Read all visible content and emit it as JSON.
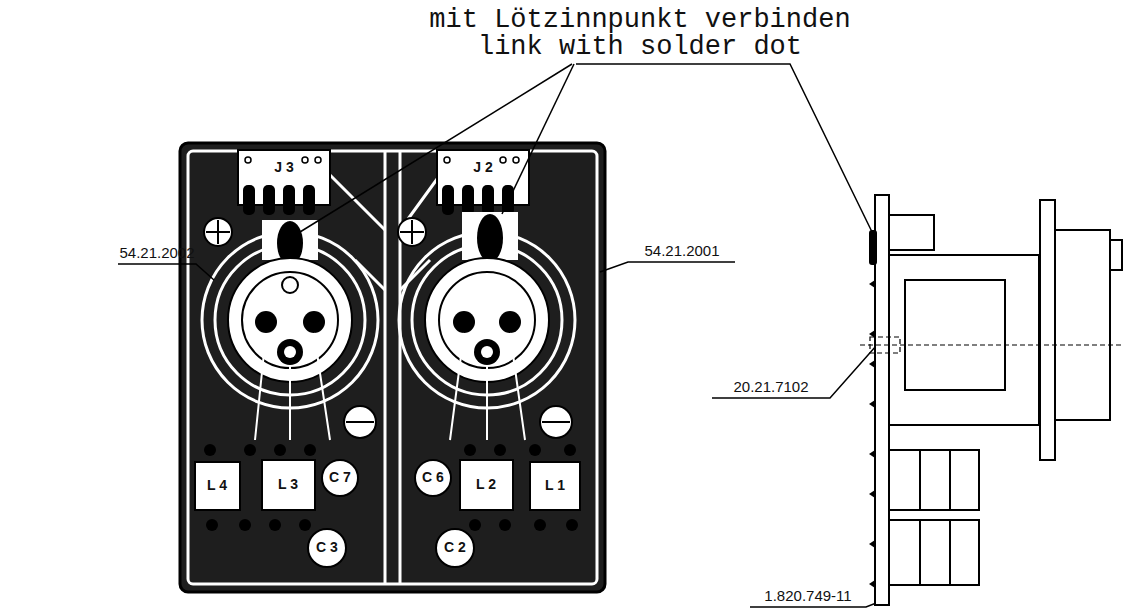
{
  "diagram": {
    "labels": [
      "mit Lötzinnpunkt verbinden",
      "link with solder dot",
      "54.21.2002",
      "54.21.2001",
      "20.21.7102",
      "1.820.749-11",
      "J 3",
      "J 2",
      "C 7",
      "C 6",
      "C 3",
      "C 2",
      "L 4",
      "L 3",
      "L 2",
      "L 1"
    ]
  }
}
